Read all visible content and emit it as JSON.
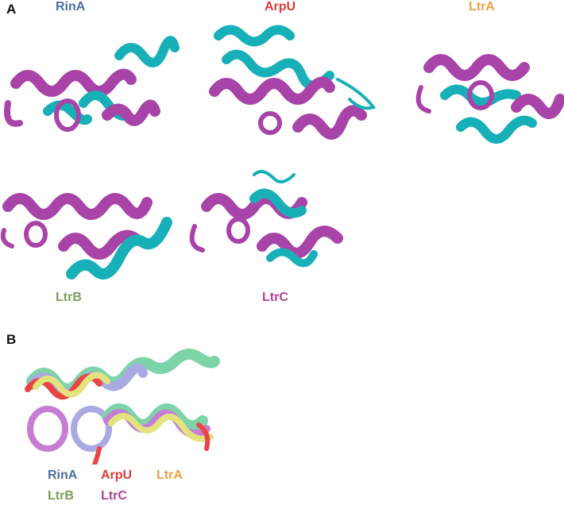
{
  "figure": {
    "panelA": {
      "letter": "A",
      "structures": [
        {
          "name": "RinA",
          "color": "#4a6fa5"
        },
        {
          "name": "ArpU",
          "color": "#e03a3a"
        },
        {
          "name": "LtrA",
          "color": "#f0a040"
        },
        {
          "name": "LtrB",
          "color": "#7aa05a"
        },
        {
          "name": "LtrC",
          "color": "#b5409a"
        }
      ],
      "ribbon_colors": {
        "primary": "#a843a8",
        "secondary": "#17b0b8"
      }
    },
    "panelB": {
      "letter": "B",
      "legend": [
        {
          "name": "RinA",
          "color": "#4a6fa5"
        },
        {
          "name": "ArpU",
          "color": "#e03a3a"
        },
        {
          "name": "LtrA",
          "color": "#f0a040"
        },
        {
          "name": "LtrB",
          "color": "#7aa05a"
        },
        {
          "name": "LtrC",
          "color": "#b5409a"
        }
      ],
      "overlay_colors": [
        "#a0a0e0",
        "#e83030",
        "#e0e070",
        "#70d0a0",
        "#c070d0"
      ]
    }
  }
}
